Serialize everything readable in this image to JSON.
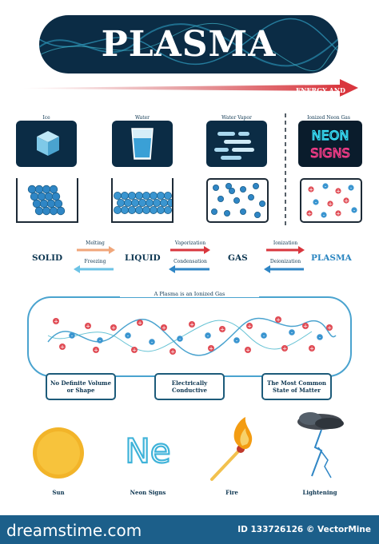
{
  "title": "PLASMA",
  "energy_label": "ENERGY AND TEMPERATURE",
  "states": [
    {
      "label": "Ice"
    },
    {
      "label": "Water"
    },
    {
      "label": "Water Vapor"
    },
    {
      "label": "Ionized Neon Gas"
    }
  ],
  "neon_sign": {
    "line1": "NEON",
    "line2": "SIGNS"
  },
  "phases": {
    "solid": "SOLID",
    "liquid": "LIQUID",
    "gas": "GAS",
    "plasma": "PLASMA"
  },
  "transitions": {
    "melting": "Melting",
    "freezing": "Freezing",
    "vaporization": "Vaporization",
    "condensation": "Condensation",
    "ionization": "Ionization",
    "deionization": "Deionization"
  },
  "ionized_panel": {
    "title": "A Plasma is an Ionized Gas",
    "properties": [
      "No Definite Volume or Shape",
      "Electrically Conductive",
      "The Most Common State of Matter"
    ]
  },
  "examples": [
    {
      "label": "Sun"
    },
    {
      "label": "Neon Signs",
      "symbol": "Ne"
    },
    {
      "label": "Fire"
    },
    {
      "label": "Lightening"
    }
  ],
  "footer": {
    "left": "dreamstime.com",
    "right": "ID 133726126 © VectorMine"
  },
  "colors": {
    "dark_navy": "#0b2c45",
    "neon_pink": "#ff3d8b",
    "neon_cyan": "#39e6ff",
    "accent_red": "#d9363e",
    "accent_blue": "#2f86c5",
    "footer_blue": "#1c5f8a"
  }
}
